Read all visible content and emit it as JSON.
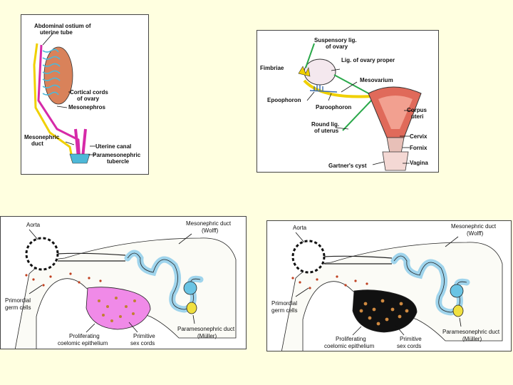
{
  "panel_a": {
    "labels": {
      "abdominal_ostium_1": "Abdominal ostium of",
      "abdominal_ostium_2": "uterine tube",
      "cortical_cords_1": "Cortical cords",
      "cortical_cords_2": "of ovary",
      "mesonephros": "Mesonephros",
      "mesonephric_duct_1": "Mesonephric",
      "mesonephric_duct_2": "duct",
      "uterine_canal": "Uterine canal",
      "paramesonephric_tubercle_1": "Paramesonephric",
      "paramesonephric_tubercle_2": "tubercle"
    }
  },
  "panel_b": {
    "labels": {
      "suspensory_1": "Suspensory lig.",
      "suspensory_2": "of ovary",
      "lig_ovary_proper": "Lig. of ovary proper",
      "fimbriae": "Fimbriae",
      "mesovarium": "Mesovarium",
      "epoophoron": "Epoophoron",
      "paroophoron": "Paroophoron",
      "corpus_uteri_1": "Corpus",
      "corpus_uteri_2": "uteri",
      "round_lig_1": "Round lig.",
      "round_lig_2": "of uterus",
      "cervix": "Cervix",
      "fornix": "Fornix",
      "gartners_cyst": "Gartner's cyst",
      "vagina": "Vagina"
    }
  },
  "panel_c": {
    "labels": {
      "aorta": "Aorta",
      "mesonephric_duct_1": "Mesonephric duct",
      "mesonephric_duct_2": "(Wolff)",
      "primordial_1": "Primordial",
      "primordial_2": "germ cells",
      "paramesonephric_1": "Paramesonephric duct",
      "paramesonephric_2": "(Müller)",
      "proliferating_1": "Proliferating",
      "proliferating_2": "coelomic epithelium",
      "primitive_1": "Primitive",
      "primitive_2": "sex cords"
    }
  },
  "panel_d": {
    "labels": {
      "aorta": "Aorta",
      "mesonephric_duct_1": "Mesonephric duct",
      "mesonephric_duct_2": "(Wolff)",
      "primordial_1": "Primordial",
      "primordial_2": "germ cells",
      "paramesonephric_1": "Paramesonephric duct",
      "paramesonephric_2": "(Müller)",
      "proliferating_1": "Proliferating",
      "proliferating_2": "coelomic epithelium",
      "primitive_1": "Primitive",
      "primitive_2": "sex cords"
    }
  },
  "colors": {
    "background": "#ffffe0",
    "ovary_orange": "#d9825a",
    "mesonephros_cyan": "#4db8d8",
    "duct_yellow": "#f0d000",
    "paramesonephric_magenta": "#d62aa8",
    "uterus_red": "#e06a5a",
    "ligament_green": "#2aa84a",
    "wolff_blue": "#9fd4ec",
    "mass_pink": "#f08ae8",
    "mass_black": "#111111"
  }
}
